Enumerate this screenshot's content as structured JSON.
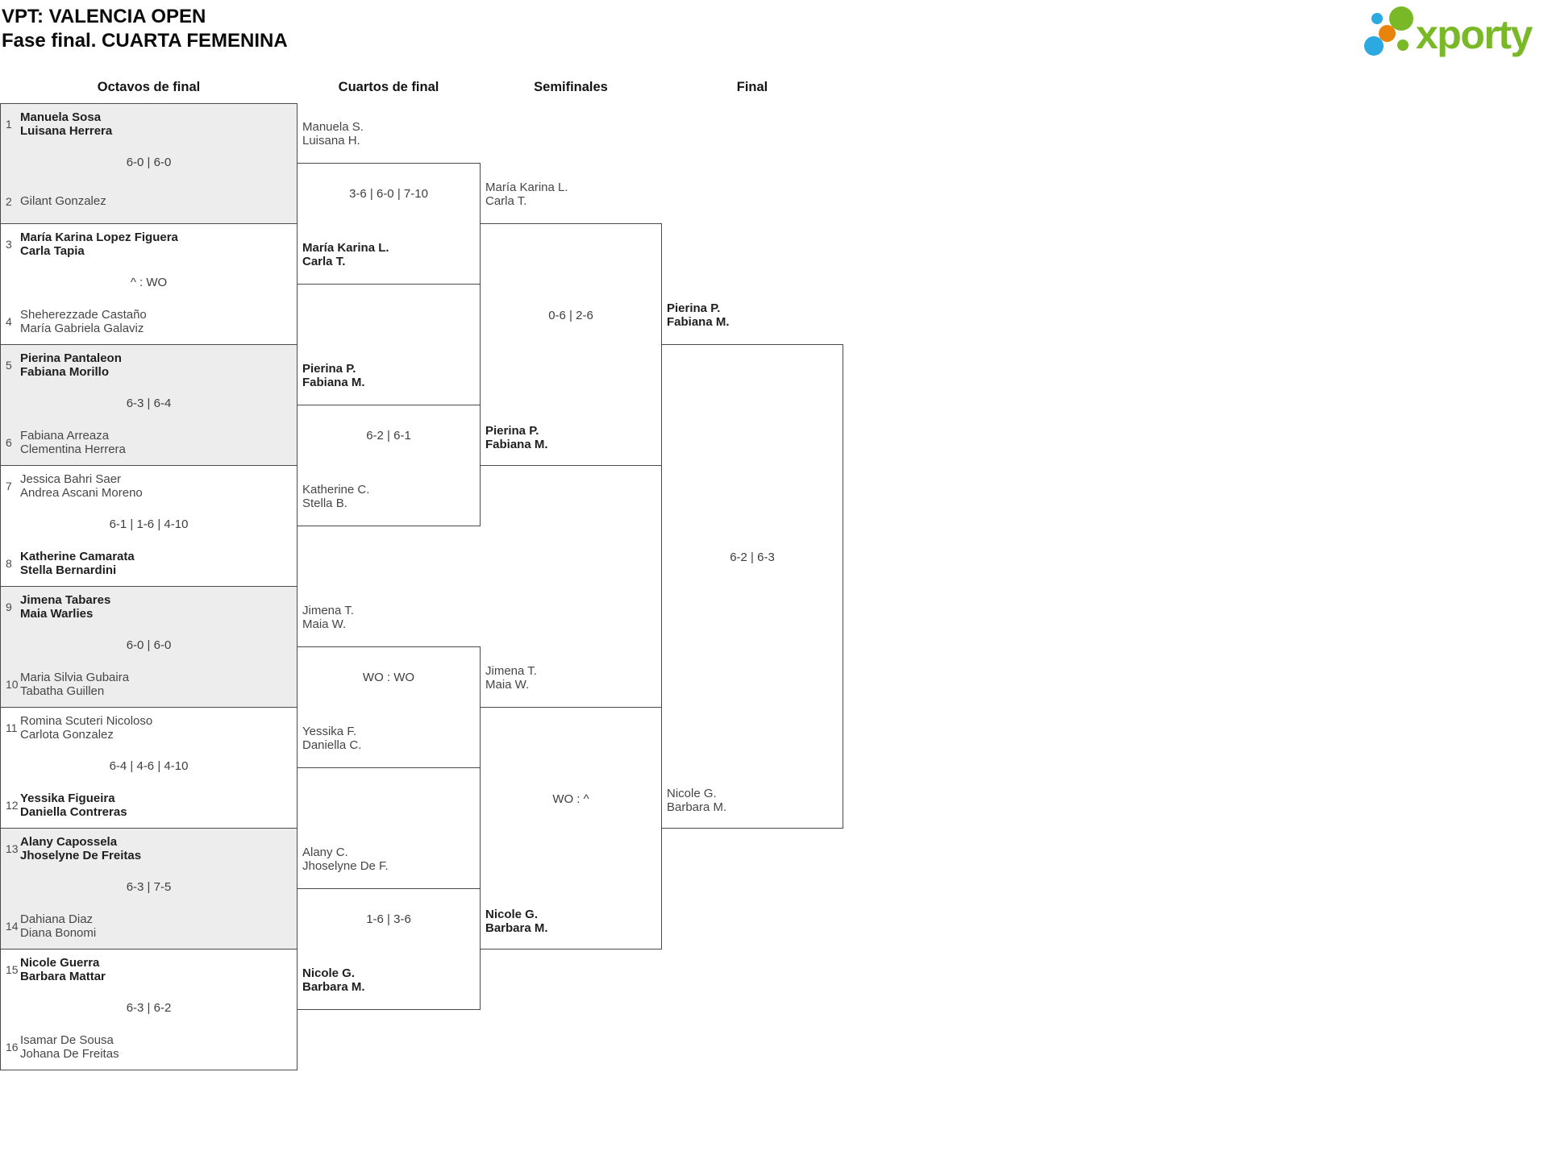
{
  "header": {
    "title": "VPT: VALENCIA OPEN",
    "subtitle": "Fase final. CUARTA FEMENINA"
  },
  "logo": {
    "brand": "xporty"
  },
  "colors": {
    "accent_green": "#79b928",
    "accent_blue": "#2ba9e0",
    "accent_orange": "#e8830c",
    "shaded_match": "#ededed",
    "line": "#4a4a4a"
  },
  "rounds": {
    "r16": "Octavos de final",
    "qf": "Cuartos de final",
    "sf": "Semifinales",
    "f": "Final"
  },
  "octavos": [
    {
      "seed_top": "1",
      "top": [
        "Manuela Sosa",
        "Luisana Herrera"
      ],
      "top_winner": true,
      "score": "6-0 | 6-0",
      "seed_bottom": "2",
      "bottom": [
        "Gilant Gonzalez"
      ],
      "bottom_winner": false
    },
    {
      "seed_top": "3",
      "top": [
        "María Karina Lopez Figuera",
        "Carla Tapia"
      ],
      "top_winner": true,
      "score": "^ : WO",
      "seed_bottom": "4",
      "bottom": [
        "Sheherezzade Castaño",
        "María Gabriela Galaviz"
      ],
      "bottom_winner": false
    },
    {
      "seed_top": "5",
      "top": [
        "Pierina Pantaleon",
        "Fabiana Morillo"
      ],
      "top_winner": true,
      "score": "6-3 | 6-4",
      "seed_bottom": "6",
      "bottom": [
        "Fabiana Arreaza",
        "Clementina Herrera"
      ],
      "bottom_winner": false
    },
    {
      "seed_top": "7",
      "top": [
        "Jessica Bahri Saer",
        "Andrea Ascani Moreno"
      ],
      "top_winner": false,
      "score": "6-1 | 1-6 | 4-10",
      "seed_bottom": "8",
      "bottom": [
        "Katherine Camarata",
        "Stella Bernardini"
      ],
      "bottom_winner": true
    },
    {
      "seed_top": "9",
      "top": [
        "Jimena Tabares",
        "Maia Warlies"
      ],
      "top_winner": true,
      "score": "6-0 | 6-0",
      "seed_bottom": "10",
      "bottom": [
        "Maria Silvia Gubaira",
        "Tabatha Guillen"
      ],
      "bottom_winner": false
    },
    {
      "seed_top": "11",
      "top": [
        "Romina Scuteri Nicoloso",
        "Carlota Gonzalez"
      ],
      "top_winner": false,
      "score": "6-4 | 4-6 | 4-10",
      "seed_bottom": "12",
      "bottom": [
        "Yessika Figueira",
        "Daniella Contreras"
      ],
      "bottom_winner": true
    },
    {
      "seed_top": "13",
      "top": [
        "Alany Capossela",
        "Jhoselyne De Freitas"
      ],
      "top_winner": true,
      "score": "6-3 | 7-5",
      "seed_bottom": "14",
      "bottom": [
        "Dahiana Diaz",
        "Diana Bonomi"
      ],
      "bottom_winner": false
    },
    {
      "seed_top": "15",
      "top": [
        "Nicole Guerra",
        "Barbara Mattar"
      ],
      "top_winner": true,
      "score": "6-3 | 6-2",
      "seed_bottom": "16",
      "bottom": [
        "Isamar De Sousa",
        "Johana De Freitas"
      ],
      "bottom_winner": false
    }
  ],
  "cuartos": [
    {
      "top": [
        "Manuela S.",
        "Luisana H."
      ],
      "top_winner": false,
      "score": "3-6 | 6-0 | 7-10",
      "bottom": [
        "María Karina L.",
        "Carla T."
      ],
      "bottom_winner": true
    },
    {
      "top": [
        "Pierina P.",
        "Fabiana M."
      ],
      "top_winner": true,
      "score": "6-2 | 6-1",
      "bottom": [
        "Katherine C.",
        "Stella B."
      ],
      "bottom_winner": false
    },
    {
      "top": [
        "Jimena T.",
        "Maia W."
      ],
      "top_winner": false,
      "score": "WO : WO",
      "bottom": [
        "Yessika F.",
        "Daniella C."
      ],
      "bottom_winner": false
    },
    {
      "top": [
        "Alany C.",
        "Jhoselyne De F."
      ],
      "top_winner": false,
      "score": "1-6 | 3-6",
      "bottom": [
        "Nicole G.",
        "Barbara M."
      ],
      "bottom_winner": true
    }
  ],
  "semifinales": [
    {
      "top": [
        "María Karina L.",
        "Carla T."
      ],
      "top_winner": false,
      "score": "0-6 | 2-6",
      "bottom": [
        "Pierina P.",
        "Fabiana M."
      ],
      "bottom_winner": true
    },
    {
      "top": [
        "Jimena T.",
        "Maia W."
      ],
      "top_winner": false,
      "score": "WO : ^",
      "bottom": [
        "Nicole G.",
        "Barbara M."
      ],
      "bottom_winner": true
    }
  ],
  "final": [
    {
      "top": [
        "Pierina P.",
        "Fabiana M."
      ],
      "top_winner": true,
      "score": "6-2 | 6-3",
      "bottom": [
        "Nicole G.",
        "Barbara M."
      ],
      "bottom_winner": false
    }
  ]
}
